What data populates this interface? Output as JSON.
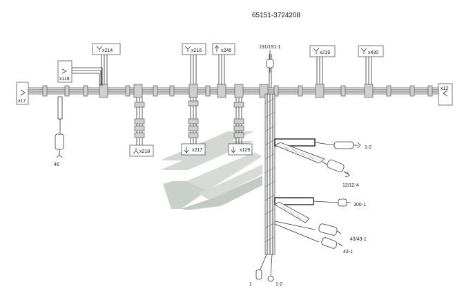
{
  "title": "65151-3724208",
  "connectors": {
    "x17": "x17",
    "x118": "x118",
    "x214": "x214",
    "x216": "x216",
    "x246": "x246",
    "x219": "x219",
    "x430": "x430",
    "x12": "x12",
    "x218": "x218",
    "x217": "x217",
    "x129": "x129"
  },
  "terminals": {
    "t46": "46",
    "t191": "191/191-1",
    "t1_2_top": "1-2",
    "t12_12_4": "12/12-4",
    "t300_1": "300-1",
    "t43_43_1": "43/43-1",
    "t43_1": "43-1",
    "t1": "1",
    "t1_2_bottom": "1-2"
  },
  "colors": {
    "harness": "#8a8a8a",
    "logo_light": "#c9cfcb",
    "logo_dark": "#9ea8a2"
  }
}
